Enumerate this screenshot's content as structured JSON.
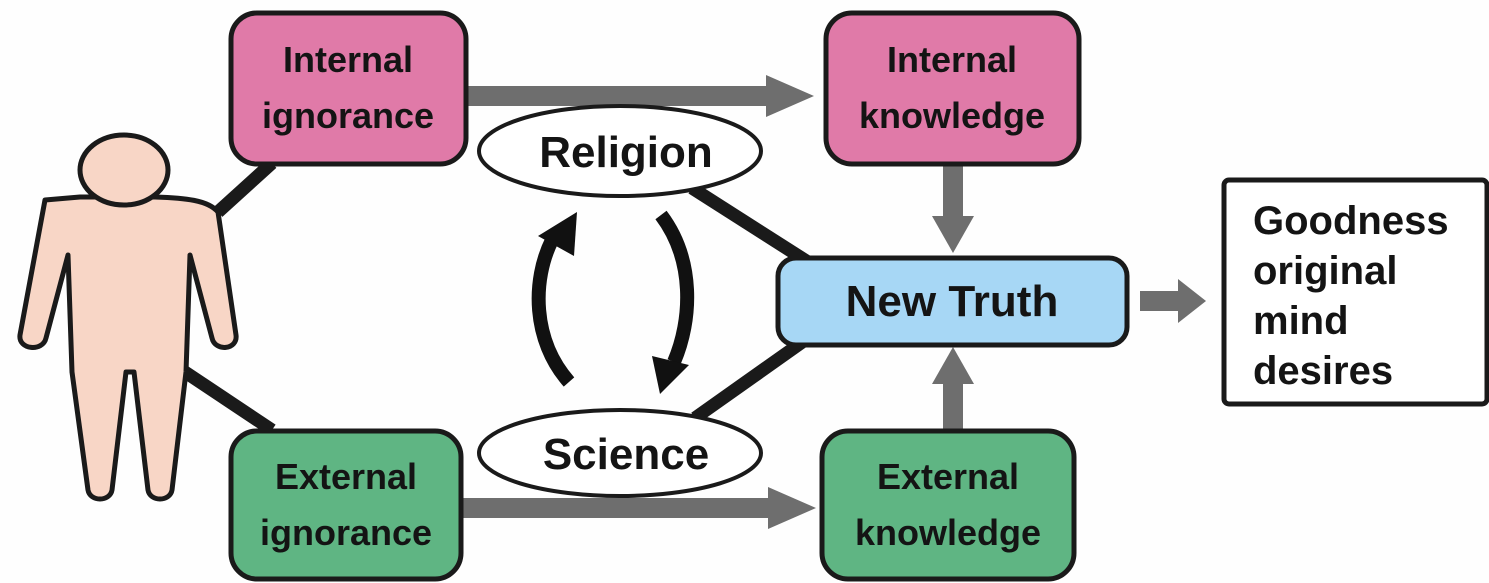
{
  "nodes": {
    "internal_ignorance": {
      "lines": [
        "Internal",
        "ignorance"
      ],
      "fill": "#e07aa8"
    },
    "internal_knowledge": {
      "lines": [
        "Internal",
        "knowledge"
      ],
      "fill": "#e07aa8"
    },
    "external_ignorance": {
      "lines": [
        "External",
        "ignorance"
      ],
      "fill": "#5fb583"
    },
    "external_knowledge": {
      "lines": [
        "External",
        "knowledge"
      ],
      "fill": "#5fb583"
    },
    "new_truth": {
      "label": "New Truth",
      "fill": "#a7d7f5"
    },
    "religion": {
      "label": "Religion"
    },
    "science": {
      "label": "Science"
    },
    "outcome": {
      "lines": [
        "Goodness",
        "original",
        "mind",
        "desires"
      ]
    }
  },
  "colors": {
    "person_fill": "#f8d6c6",
    "outline": "#1a1a1a",
    "gray_arrow": "#6e6e6e",
    "cycle_arrow": "#111111"
  },
  "icons": {
    "person": "person-icon",
    "cycle": "cycle-arrows-icon"
  }
}
